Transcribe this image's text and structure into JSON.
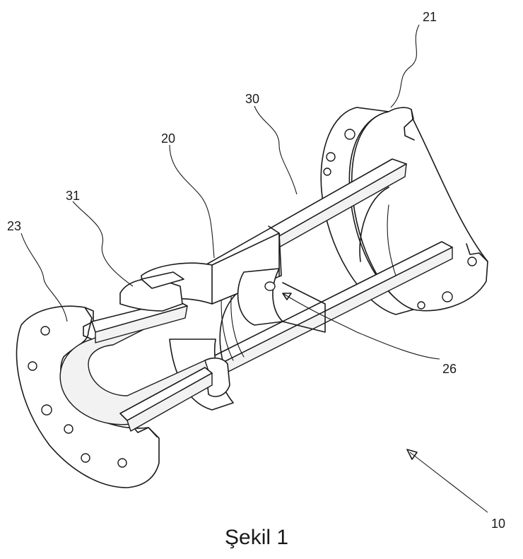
{
  "figure": {
    "caption": "Şekil 1",
    "reference_numerals": {
      "r21": "21",
      "r30": "30",
      "r20": "20",
      "r31": "31",
      "r23": "23",
      "r26": "26",
      "r10": "10"
    }
  }
}
